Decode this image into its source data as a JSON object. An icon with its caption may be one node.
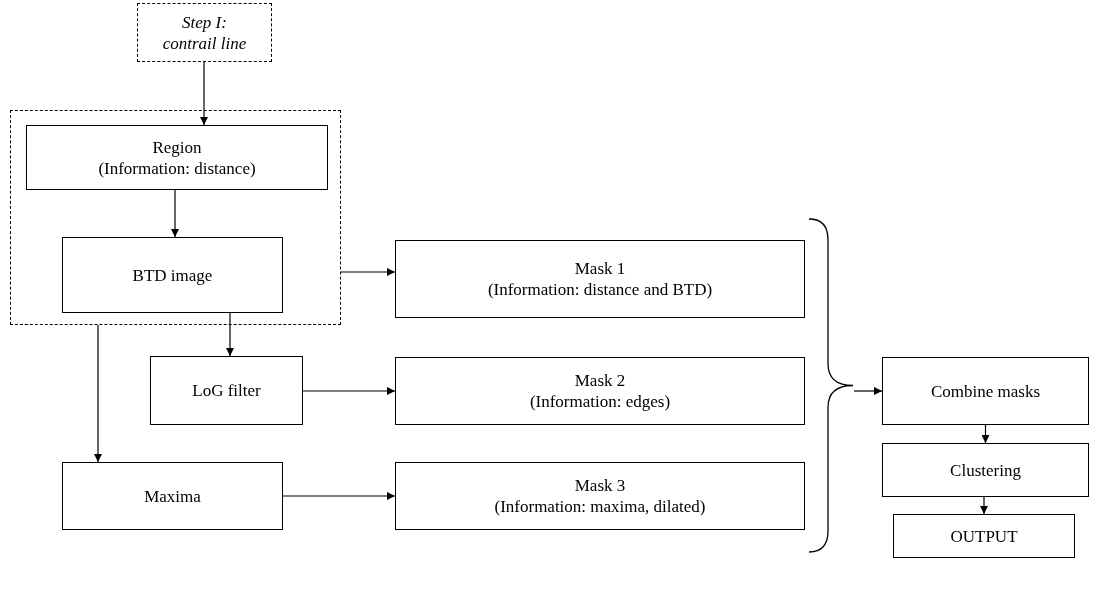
{
  "diagram": {
    "nodes": [
      {
        "text": [
          "Step I: contrail line"
        ]
      },
      {
        "text": [],
        "shape": "box"
      },
      {
        "text": [
          "Region",
          "(Information: distance)"
        ],
        "in": 1
      },
      {
        "text": [
          "BTD image"
        ],
        "in": 1
      },
      {
        "text": [
          "Mask 1",
          "(Information: distance and BTD)"
        ]
      },
      {
        "text": [
          "LoG filter"
        ]
      },
      {
        "text": [
          "Mask 2",
          "(Information: edges)"
        ]
      },
      {
        "text": [
          "Maxima"
        ]
      },
      {
        "text": [
          "Mask 3",
          "(Information: maxima, dilated)"
        ]
      },
      {
        "text": [],
        "shape": "brace"
      },
      {
        "text": [
          "Combine masks"
        ]
      },
      {
        "text": [
          "Clustering"
        ]
      },
      {
        "text": [
          "OUTPUT"
        ]
      }
    ],
    "edges": [
      {
        "from": 0,
        "to": 2,
        "arrow": "to"
      },
      {
        "from": 2,
        "to": 3,
        "arrow": "to"
      },
      {
        "from": 1,
        "to": 4,
        "arrow": "to"
      },
      {
        "from": 3,
        "to": 5,
        "arrow": "to"
      },
      {
        "from": 5,
        "to": 6,
        "arrow": "to"
      },
      {
        "from": 1,
        "to": 7,
        "arrow": "to"
      },
      {
        "from": 7,
        "to": 8,
        "arrow": "to"
      },
      {
        "from": 9,
        "to": 10,
        "arrow": "to"
      },
      {
        "from": 10,
        "to": 11,
        "arrow": "to"
      },
      {
        "from": 11,
        "to": 12,
        "arrow": "to"
      }
    ]
  }
}
